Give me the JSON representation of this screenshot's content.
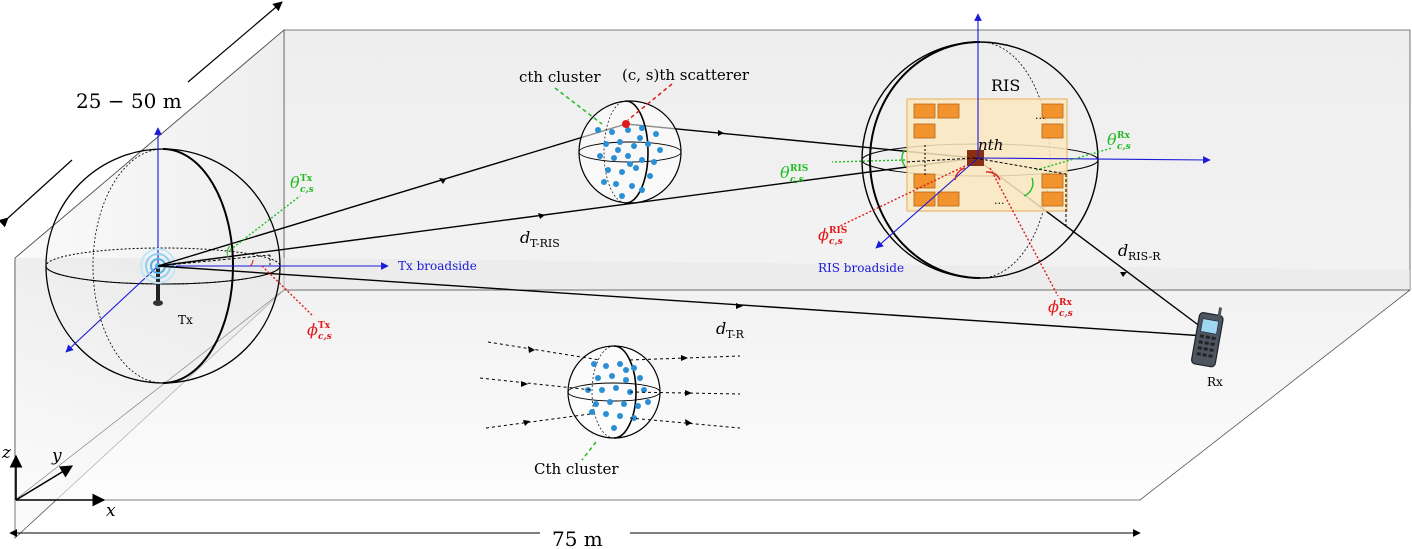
{
  "dimensions": {
    "depth_label": "25 − 50 m",
    "length_label": "75 m"
  },
  "axes": {
    "z": "z",
    "y": "y",
    "x": "x"
  },
  "tx": {
    "label": "Tx",
    "broadside": "Tx broadside"
  },
  "rx": {
    "label": "Rx"
  },
  "ris": {
    "label": "RIS",
    "broadside": "RIS broadside",
    "element_label": "nth",
    "dots": "..."
  },
  "clusters": {
    "c_label": "cth cluster",
    "scatterer_label": "(c, s)th scatterer",
    "C_label": "Cth cluster"
  },
  "distances": {
    "t_ris": {
      "main": "d",
      "sub": "T-RIS"
    },
    "ris_r": {
      "main": "d",
      "sub": "RIS-R"
    },
    "t_r": {
      "main": "d",
      "sub": "T-R"
    }
  },
  "angles": {
    "theta_tx": {
      "sym": "θ",
      "sup": "Tx",
      "sub": "c,s"
    },
    "phi_tx": {
      "sym": "ϕ",
      "sup": "Tx",
      "sub": "c,s"
    },
    "theta_ris": {
      "sym": "θ",
      "sup": "RIS",
      "sub": "c,s"
    },
    "phi_ris": {
      "sym": "ϕ",
      "sup": "RIS",
      "sub": "c,s"
    },
    "theta_rx": {
      "sym": "θ",
      "sup": "Rx",
      "sub": "c,s"
    },
    "phi_rx": {
      "sym": "ϕ",
      "sup": "Rx",
      "sub": "c,s"
    }
  },
  "colors": {
    "theta": "#22bb22",
    "phi": "#e01a1a",
    "axis_blue": "#1a1adb",
    "scatterer": "#2b8fd6",
    "ris_panel": "#fbe7c0",
    "ris_element": "#f2932e",
    "ris_active": "#8b2f12"
  }
}
